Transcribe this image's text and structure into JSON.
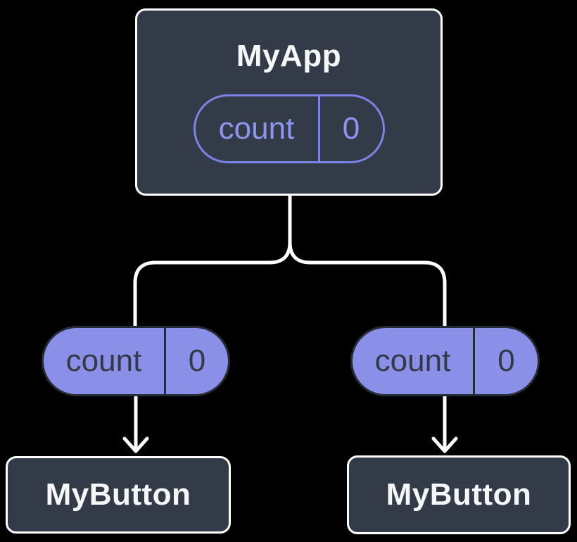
{
  "colors": {
    "background": "#000000",
    "card": "#343b48",
    "card_border": "#ffffff",
    "connector": "#ffffff",
    "pill_fill": "#8a90e8",
    "pill_outline": "#7b84e6",
    "pill_outline_text": "#8d95f0",
    "pill_dark": "#262c36",
    "pill_dark_text": "#333a46",
    "label_text": "#f6f7f9"
  },
  "tree": {
    "root": {
      "label": "MyApp",
      "state": {
        "key": "count",
        "value": "0"
      }
    },
    "children": [
      {
        "label": "MyButton",
        "state": {
          "key": "count",
          "value": "0"
        }
      },
      {
        "label": "MyButton",
        "state": {
          "key": "count",
          "value": "0"
        }
      }
    ]
  }
}
